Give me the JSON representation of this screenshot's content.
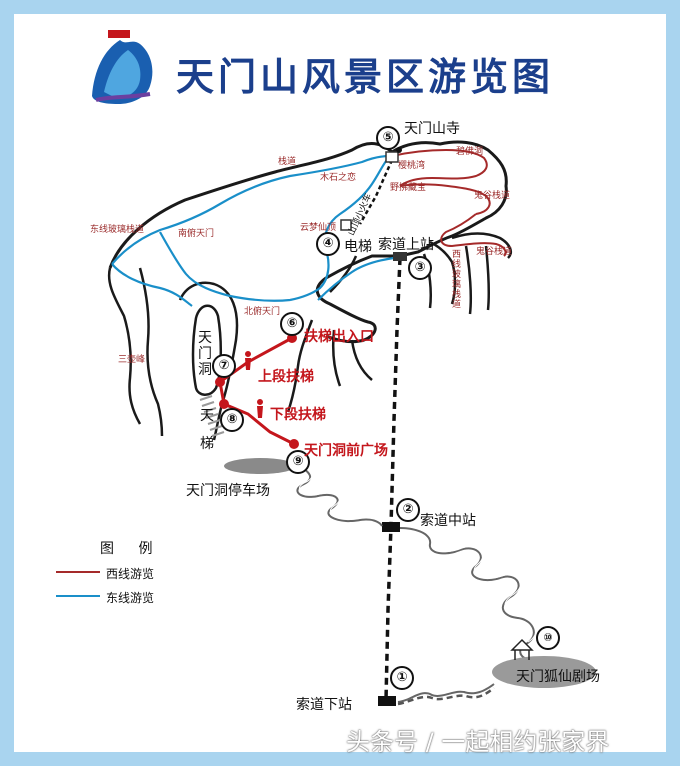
{
  "title": "天门山风景区游览图",
  "watermark": "头条号 / 一起相约张家界",
  "colors": {
    "frame_blue": "#a9d4ef",
    "title_blue": "#1b3f8c",
    "west_route": "#a52a2a",
    "east_route": "#1a8fc9",
    "escalator_red": "#c4161c",
    "cableway": "#111111"
  },
  "logo_icon": "mountain-logo-icon",
  "legend": {
    "title": "图 例",
    "items": [
      {
        "label": "西线游览",
        "color": "#a52a2a"
      },
      {
        "label": "东线游览",
        "color": "#1a8fc9"
      }
    ]
  },
  "stations": {
    "s1": {
      "num": "①",
      "name": "索道下站"
    },
    "s2": {
      "num": "②",
      "name": "索道中站"
    },
    "s3": {
      "num": "③",
      "name": "索道上站"
    },
    "s4": {
      "num": "④",
      "name": "电梯"
    },
    "s5": {
      "num": "⑤",
      "name": "天门山寺"
    },
    "s6": {
      "num": "⑥",
      "name": "扶梯出入口"
    },
    "s7": {
      "num": "⑦",
      "name": "天门洞"
    },
    "s8": {
      "num": "⑧",
      "name": "天梯"
    },
    "s9": {
      "num": "⑨",
      "name": "天门洞前广场"
    },
    "s10": {
      "num": "⑩",
      "name": "天门狐仙剧场"
    }
  },
  "escalators": {
    "upper": "上段扶梯",
    "lower": "下段扶梯"
  },
  "parking": "天门洞停车场",
  "peak_train": "山顶小火车",
  "spots": {
    "zhandao": "栈道",
    "mushi": "木石之恋",
    "yunmeng": "云梦仙顶",
    "dongxian": "东线玻璃栈道",
    "nanfu": "南俯天门",
    "beifu": "北俯天门",
    "sanjing": "三壶峰",
    "yingtao": "樱桃湾",
    "bijidong": "碧佛洞",
    "yeshu": "野拂藏宝",
    "guigu1": "鬼谷栈道",
    "guigu2": "鬼谷栈道",
    "xixian": "西线玻璃栈道"
  }
}
